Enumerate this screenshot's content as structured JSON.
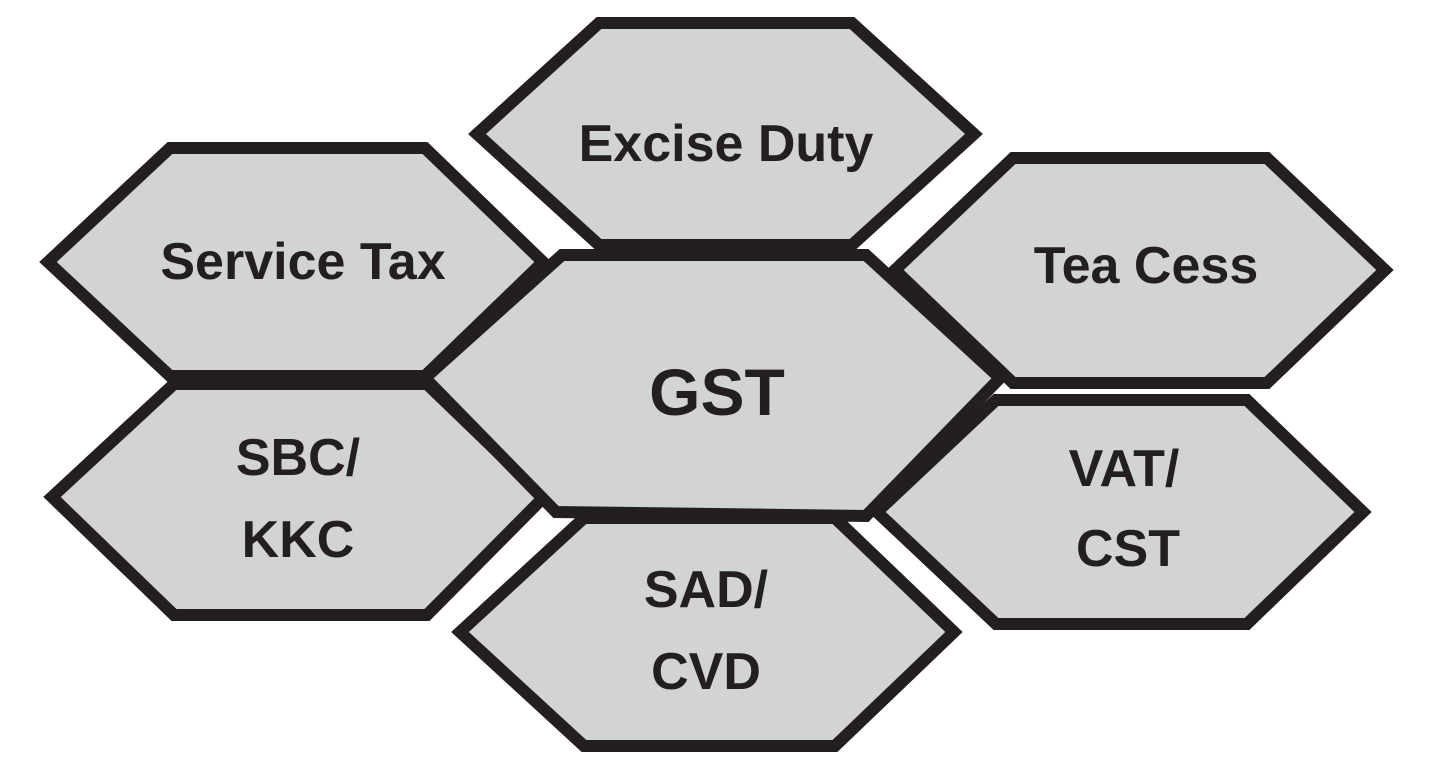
{
  "diagram": {
    "colors": {
      "fill": "#d1d3d4",
      "stroke": "#231f20",
      "text": "#231f20",
      "background": "#ffffff"
    },
    "center": {
      "label": "GST"
    },
    "hexagons": {
      "excise_duty": {
        "label": "Excise Duty"
      },
      "service_tax": {
        "label": "Service Tax"
      },
      "tea_cess": {
        "label": "Tea Cess"
      },
      "sbc_kkc": {
        "line1": "SBC/",
        "line2": "KKC"
      },
      "vat_cst": {
        "line1": "VAT/",
        "line2": "CST"
      },
      "sad_cvd": {
        "line1": "SAD/",
        "line2": "CVD"
      }
    }
  }
}
